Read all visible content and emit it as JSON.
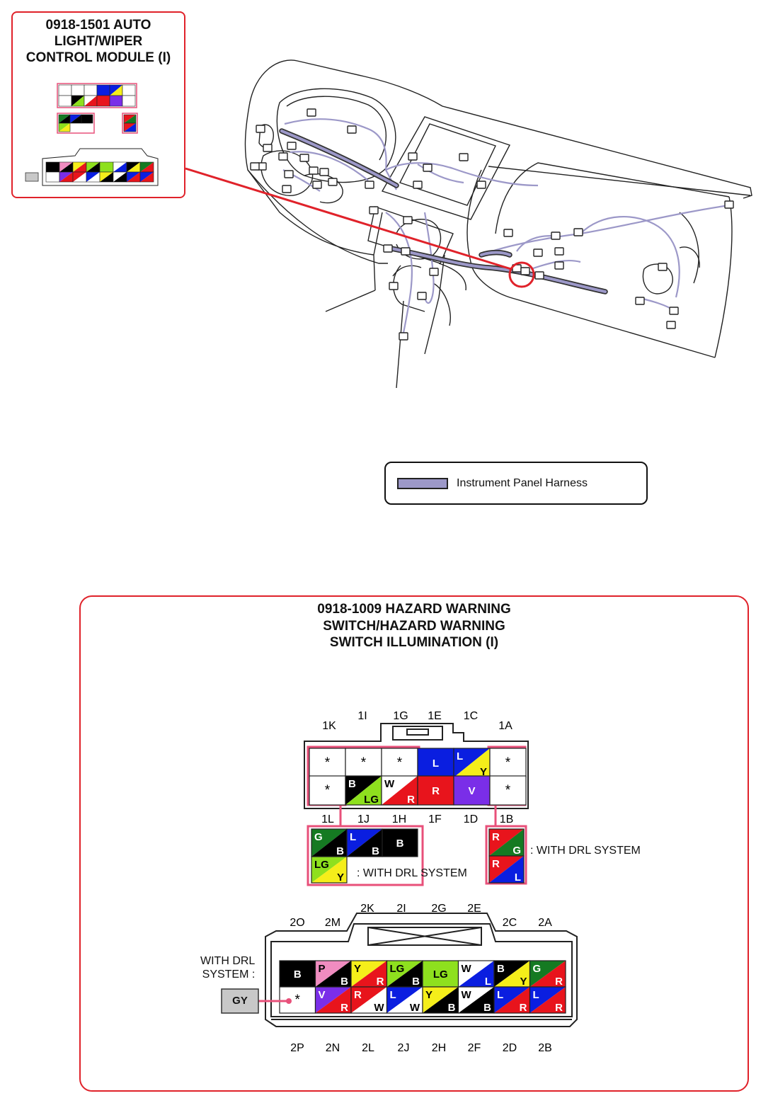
{
  "figure": {
    "callout_small_title": "0918-1501 AUTO\nLIGHT/WIPER\nCONTROL MODULE (I)",
    "callout_big_title": "0918-1009 HAZARD WARNING\nSWITCH/HAZARD WARNING\nSWITCH ILLUMINATION (I)",
    "legend_label": "Instrument Panel Harness",
    "drl_note_a": ": WITH DRL SYSTEM",
    "drl_note_b": ": WITH DRL SYSTEM",
    "drl_prefix": "WITH DRL\nSYSTEM :",
    "gy_label": "GY"
  },
  "colors": {
    "B": "#000000",
    "W": "#ffffff",
    "R": "#e8141c",
    "G": "#157a22",
    "L": "#0a1ee0",
    "Y": "#f5ee1a",
    "LG": "#8ee01e",
    "V": "#7a2ee8",
    "P": "#f08cc0",
    "GY": "#c8c8c8",
    "harness": "#9c98c8",
    "callout": "#e0222a",
    "pink": "#e8507a"
  },
  "connector1": {
    "top_labels": [
      "1K",
      "1I",
      "1G",
      "1E",
      "1C",
      "1A"
    ],
    "bottom_labels": [
      "1L",
      "1J",
      "1H",
      "1F",
      "1D",
      "1B"
    ],
    "top_row": [
      {
        "c1": "W",
        "c2": "W",
        "t1": "*",
        "t2": ""
      },
      {
        "c1": "W",
        "c2": "W",
        "t1": "*",
        "t2": ""
      },
      {
        "c1": "W",
        "c2": "W",
        "t1": "*",
        "t2": ""
      },
      {
        "c1": "L",
        "c2": "L",
        "t1": "L",
        "t2": ""
      },
      {
        "c1": "L",
        "c2": "Y",
        "t1": "L",
        "t2": "Y"
      },
      {
        "c1": "W",
        "c2": "W",
        "t1": "*",
        "t2": ""
      }
    ],
    "bottom_row": [
      {
        "c1": "W",
        "c2": "W",
        "t1": "*",
        "t2": ""
      },
      {
        "c1": "B",
        "c2": "LG",
        "t1": "B",
        "t2": "LG"
      },
      {
        "c1": "W",
        "c2": "R",
        "t1": "W",
        "t2": "R"
      },
      {
        "c1": "R",
        "c2": "R",
        "t1": "R",
        "t2": ""
      },
      {
        "c1": "V",
        "c2": "V",
        "t1": "V",
        "t2": ""
      },
      {
        "c1": "W",
        "c2": "W",
        "t1": "*",
        "t2": ""
      }
    ],
    "drl_left_top": [
      {
        "c1": "G",
        "c2": "B",
        "t1": "G",
        "t2": "B"
      },
      {
        "c1": "L",
        "c2": "B",
        "t1": "L",
        "t2": "B"
      },
      {
        "c1": "B",
        "c2": "B",
        "t1": "B",
        "t2": ""
      }
    ],
    "drl_left_bottom": [
      {
        "c1": "LG",
        "c2": "Y",
        "t1": "LG",
        "t2": "Y"
      }
    ],
    "drl_right": [
      {
        "c1": "R",
        "c2": "G",
        "t1": "R",
        "t2": "G"
      },
      {
        "c1": "R",
        "c2": "L",
        "t1": "R",
        "t2": "L"
      }
    ]
  },
  "connector2": {
    "top_labels": [
      "2O",
      "2M",
      "2K",
      "2I",
      "2G",
      "2E",
      "2C",
      "2A"
    ],
    "bottom_labels": [
      "2P",
      "2N",
      "2L",
      "2J",
      "2H",
      "2F",
      "2D",
      "2B"
    ],
    "top_row": [
      {
        "c1": "B",
        "c2": "B",
        "t1": "B",
        "t2": ""
      },
      {
        "c1": "P",
        "c2": "B",
        "t1": "P",
        "t2": "B"
      },
      {
        "c1": "Y",
        "c2": "R",
        "t1": "Y",
        "t2": "R"
      },
      {
        "c1": "LG",
        "c2": "B",
        "t1": "LG",
        "t2": "B"
      },
      {
        "c1": "LG",
        "c2": "LG",
        "t1": "LG",
        "t2": ""
      },
      {
        "c1": "W",
        "c2": "L",
        "t1": "W",
        "t2": "L"
      },
      {
        "c1": "B",
        "c2": "Y",
        "t1": "B",
        "t2": "Y"
      },
      {
        "c1": "G",
        "c2": "R",
        "t1": "G",
        "t2": "R"
      }
    ],
    "bottom_row": [
      {
        "c1": "W",
        "c2": "W",
        "t1": "*",
        "t2": ""
      },
      {
        "c1": "V",
        "c2": "R",
        "t1": "V",
        "t2": "R"
      },
      {
        "c1": "R",
        "c2": "W",
        "t1": "R",
        "t2": "W"
      },
      {
        "c1": "L",
        "c2": "W",
        "t1": "L",
        "t2": "W"
      },
      {
        "c1": "Y",
        "c2": "B",
        "t1": "Y",
        "t2": "B"
      },
      {
        "c1": "W",
        "c2": "B",
        "t1": "W",
        "t2": "B"
      },
      {
        "c1": "L",
        "c2": "R",
        "t1": "L",
        "t2": "R"
      },
      {
        "c1": "L",
        "c2": "R",
        "t1": "L",
        "t2": "R"
      }
    ]
  }
}
